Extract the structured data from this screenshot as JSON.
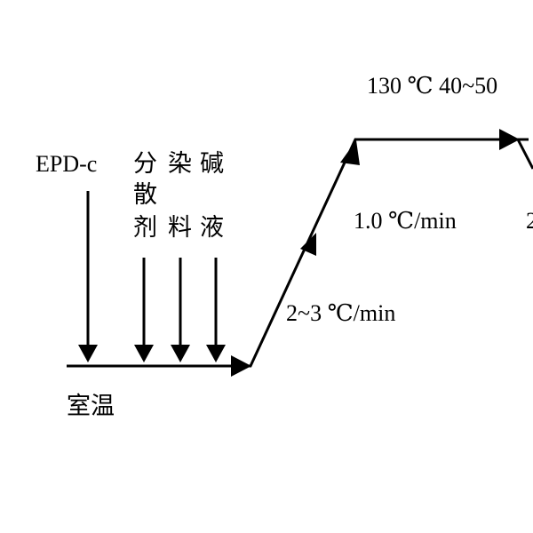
{
  "process": {
    "start_label": "室温",
    "additives": [
      "EPD-c",
      "分散剂",
      "染料",
      "碱液"
    ],
    "dispersant_chars": [
      "分",
      "散",
      "剂"
    ],
    "dye_chars": [
      "染",
      "料"
    ],
    "alkali_chars": [
      "碱",
      "液"
    ],
    "ramp1_rate": "2~3 ℃/min",
    "ramp2_rate": "1.0 ℃/min",
    "hold_label": "130 ℃ 40~50",
    "cooldown_fragment": "2"
  }
}
